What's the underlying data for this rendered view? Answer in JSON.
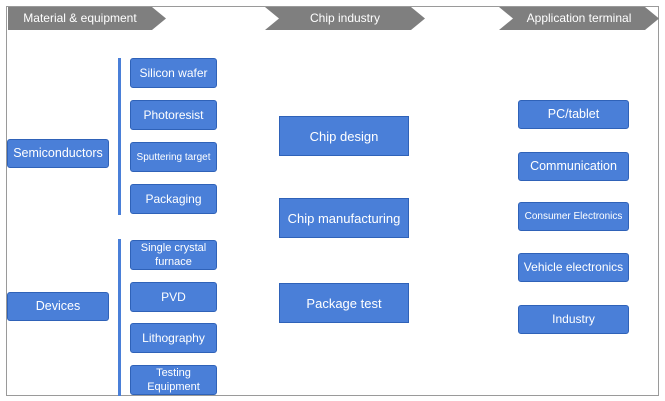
{
  "header": {
    "stages": [
      {
        "label": "Material & equipment"
      },
      {
        "label": "Chip industry"
      },
      {
        "label": "Application terminal"
      }
    ]
  },
  "materials": {
    "categories": [
      {
        "label": "Semiconductors"
      },
      {
        "label": "Devices"
      }
    ],
    "semiconductor_items": [
      {
        "label": "Silicon wafer"
      },
      {
        "label": "Photoresist"
      },
      {
        "label": "Sputtering target"
      },
      {
        "label": "Packaging"
      }
    ],
    "device_items": [
      {
        "label": "Single crystal furnace"
      },
      {
        "label": "PVD"
      },
      {
        "label": "Lithography"
      },
      {
        "label": "Testing Equipment"
      }
    ]
  },
  "chip_industry": {
    "items": [
      {
        "label": "Chip design"
      },
      {
        "label": "Chip manufacturing"
      },
      {
        "label": "Package test"
      }
    ]
  },
  "applications": {
    "items": [
      {
        "label": "PC/tablet"
      },
      {
        "label": "Communication"
      },
      {
        "label": "Consumer Electronics"
      },
      {
        "label": "Vehicle electronics"
      },
      {
        "label": "Industry"
      }
    ]
  },
  "colors": {
    "box_fill": "#4a7fd8",
    "box_border": "#2f62b8",
    "banner_fill": "#7f7f7f",
    "text_light": "#ffffff"
  }
}
